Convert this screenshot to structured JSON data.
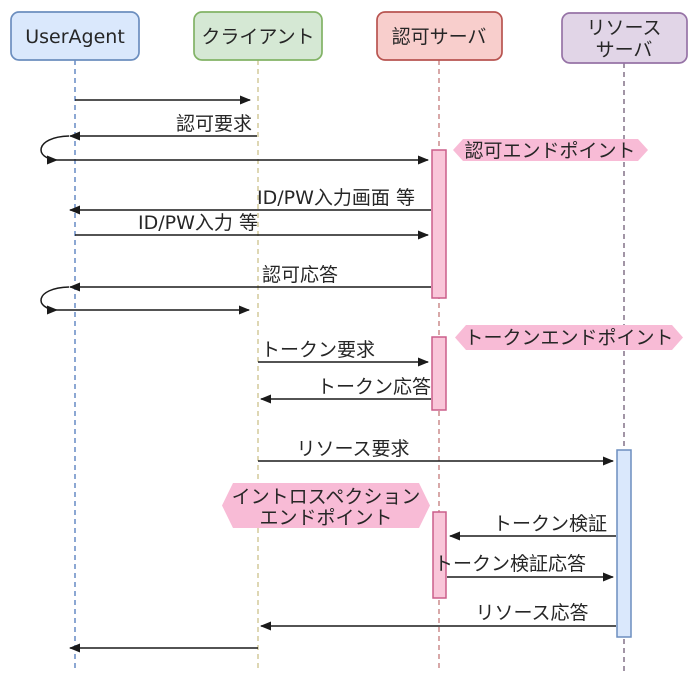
{
  "participants": {
    "useragent": "UserAgent",
    "client": "クライアント",
    "auth_server": "認可サーバ",
    "resource_server_line1": "リソース",
    "resource_server_line2": "サーバ"
  },
  "messages": {
    "auth_request": "認可要求",
    "idpw_screen": "ID/PW入力画面 等",
    "idpw_input": "ID/PW入力 等",
    "auth_response": "認可応答",
    "token_request": "トークン要求",
    "token_response": "トークン応答",
    "resource_request": "リソース要求",
    "token_verify": "トークン検証",
    "token_verify_response": "トークン検証応答",
    "resource_response": "リソース応答"
  },
  "endpoints": {
    "authorization": "認可エンドポイント",
    "token": "トークンエンドポイント",
    "introspection_line1": "イントロスペクション",
    "introspection_line2": "エンドポイント"
  },
  "colors": {
    "useragent_fill": "#dae8fc",
    "useragent_border": "#6c8ebf",
    "client_fill": "#d5e8d4",
    "client_border": "#82b366",
    "auth_fill": "#f8cecc",
    "auth_border": "#b85450",
    "resource_fill": "#e1d5e7",
    "resource_border": "#9673a6",
    "auth_activation_fill": "#f9c6d9",
    "auth_activation_border": "#cb5e8a",
    "resource_activation_fill": "#dae8fc",
    "resource_activation_border": "#6c8ebf",
    "endpoint_label_fill": "#f8bbd6",
    "useragent_lifeline": "#5b82c0",
    "client_lifeline": "#cfc693",
    "auth_lifeline": "#c88484",
    "resource_lifeline": "#7a6880",
    "message_line": "#1a1a1a"
  }
}
